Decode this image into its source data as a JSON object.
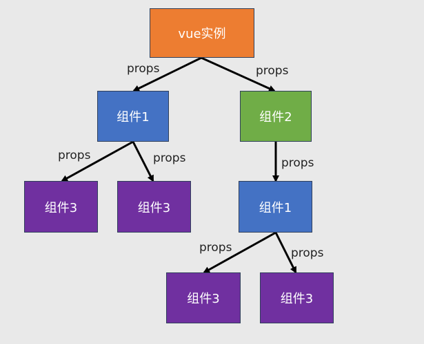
{
  "colors": {
    "background": "#e9e9e9",
    "root": "#ed7d31",
    "component1": "#4472c4",
    "component2": "#70ad47",
    "component3": "#7030a0",
    "arrow": "#000000"
  },
  "nodes": {
    "root": "vue实例",
    "c1_left": "组件1",
    "c2": "组件2",
    "c3_a": "组件3",
    "c3_b": "组件3",
    "c1_right": "组件1",
    "c3_c": "组件3",
    "c3_d": "组件3"
  },
  "edges": {
    "root_to_c1": "props",
    "root_to_c2": "props",
    "c1_to_c3a": "props",
    "c1_to_c3b": "props",
    "c2_to_c1r": "props",
    "c1r_to_c3c": "props",
    "c1r_to_c3d": "props"
  }
}
